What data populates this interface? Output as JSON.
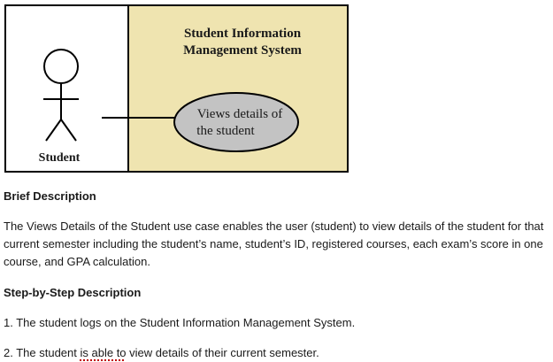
{
  "diagram": {
    "system_title_line1": "Student Information",
    "system_title_line2": "Management System",
    "actor_label": "Student",
    "usecase_line1": "Views details of",
    "usecase_line2": "the student",
    "colors": {
      "system_fill": "#efe4b0",
      "usecase_fill": "#c3c3c3",
      "stroke": "#000000"
    }
  },
  "document": {
    "brief_heading": "Brief Description",
    "brief_body": "The Views Details of the Student use case enables the user (student) to view details of the student for that current semester including the student’s name, student’s ID, registered courses, each exam’s score in one course, and GPA calculation.",
    "steps_heading": "Step-by-Step Description",
    "step1": "1. The student logs on the Student Information Management System.",
    "step2_before": "2. The student ",
    "step2_marked": "is able to",
    "step2_after": " view details of their current semester."
  }
}
